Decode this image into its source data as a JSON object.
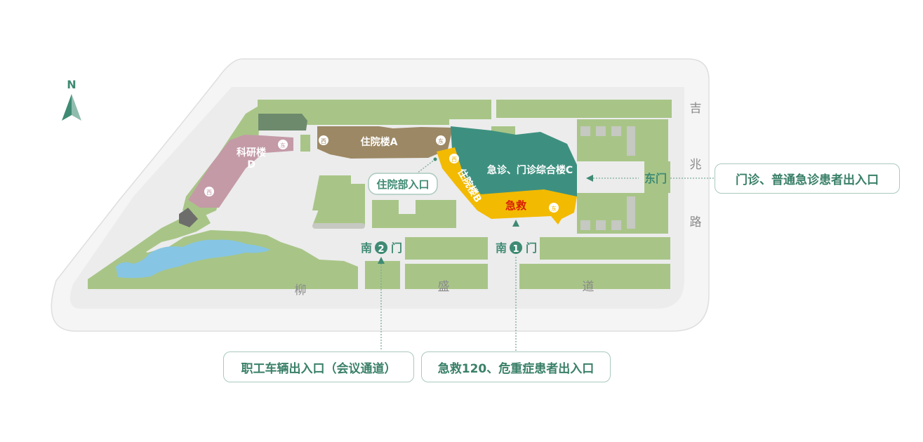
{
  "compass": {
    "label": "N",
    "icon": "north-arrow-icon"
  },
  "buildings": {
    "research": {
      "line1": "科研楼",
      "line2": "D",
      "badge_east": "东",
      "badge_west": "西"
    },
    "inpatient_a": {
      "label": "住院楼A",
      "badge_west": "西",
      "badge_east": "东"
    },
    "inpatient_b": {
      "label": "住院楼B",
      "badge_west": "西"
    },
    "outpatient_c": {
      "label": "急诊、门诊综合楼C"
    },
    "emergency": {
      "label": "急救",
      "badge_east": "东"
    }
  },
  "entrances": {
    "inpatient_entry": "住院部入口",
    "east_gate": "东门",
    "south_gate_2": {
      "prefix": "南",
      "num": "2",
      "suffix": "门"
    },
    "south_gate_1": {
      "prefix": "南",
      "num": "1",
      "suffix": "门"
    }
  },
  "roads": {
    "south": [
      "柳",
      "盛",
      "道"
    ],
    "east": [
      "吉",
      "兆",
      "路"
    ]
  },
  "callouts": {
    "east": "门诊、普通急诊患者出入口",
    "south2": "职工车辆出入口（会议通道）",
    "south1": "急救120、危重症患者出入口"
  },
  "colors": {
    "green_area": "#a8c587",
    "road_gray": "#ececec",
    "building_a": "#9c8864",
    "building_c": "#3d9080",
    "building_b": "#f2ba00",
    "building_d": "#c49aa7",
    "water": "#86c5e4",
    "text_green": "#3a8068",
    "emergency_text": "#d81e06"
  }
}
